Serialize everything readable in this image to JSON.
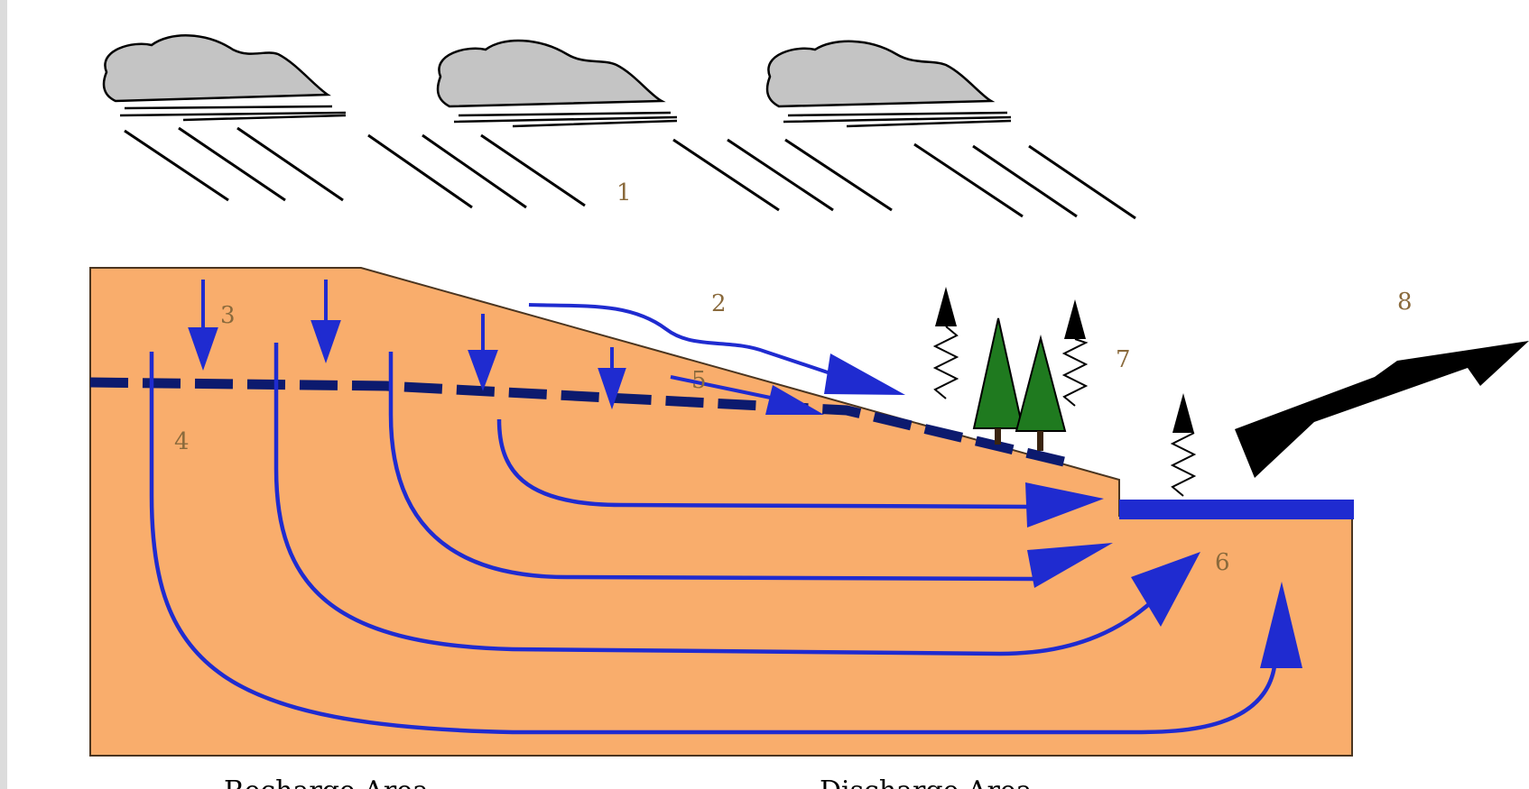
{
  "labels": {
    "l1": "1",
    "l2": "2",
    "l3": "3",
    "l4": "4",
    "l5": "5",
    "l6": "6",
    "l7": "7",
    "l8": "8"
  },
  "captions": {
    "left": "Recharge Area",
    "right": "Discharge Area"
  },
  "colors": {
    "ground": "#f9ad6c",
    "water": "#1f2bd0",
    "water_table": "#0c1a6e",
    "cloud": "#c4c4c4",
    "tree": "#1f7a1f",
    "label": "#8a6a3c"
  }
}
